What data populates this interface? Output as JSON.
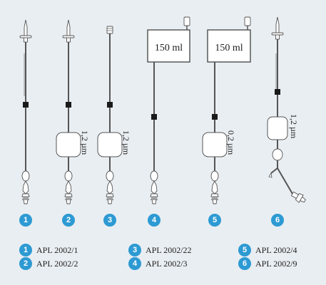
{
  "diagram": {
    "devices": [
      {
        "number": "1"
      },
      {
        "number": "2",
        "filter_label": "1,2 µm"
      },
      {
        "number": "3",
        "filter_label": "1,2 µm"
      },
      {
        "number": "4",
        "bag_label": "150 ml"
      },
      {
        "number": "5",
        "bag_label": "150 ml",
        "filter_label": "0,2 µm"
      },
      {
        "number": "6",
        "filter_label": "1,2 µm"
      }
    ]
  },
  "legend": [
    {
      "number": "1",
      "label": "APL 2002/1"
    },
    {
      "number": "2",
      "label": "APL 2002/2"
    },
    {
      "number": "3",
      "label": "APL 2002/22"
    },
    {
      "number": "4",
      "label": "APL 2002/3"
    },
    {
      "number": "5",
      "label": "APL 2002/4"
    },
    {
      "number": "6",
      "label": "APL 2002/9"
    }
  ],
  "colors": {
    "background": "#e9eef2",
    "badge": "#2d9ad3",
    "line": "#555555",
    "clamp": "#1a1a1a"
  }
}
